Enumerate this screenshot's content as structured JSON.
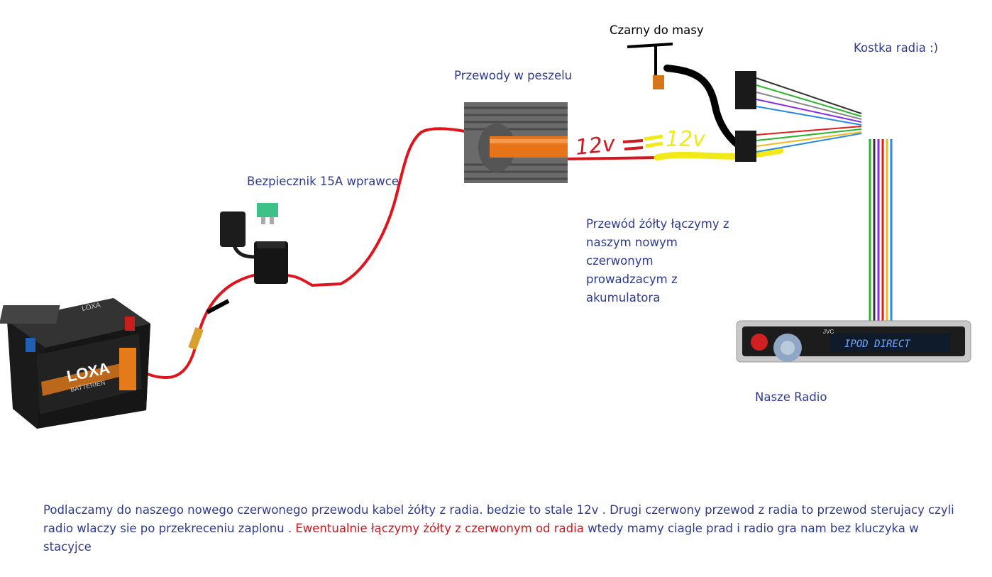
{
  "labels": {
    "ground": "Czarny do masy",
    "connector": "Kostka radia :)",
    "conduit": "Przewody w peszelu",
    "fuse": "Bezpiecznik 15A wprawce",
    "voltage": "12v == 12v",
    "yellow_wire_note": [
      "Przewód żółty łączymy z",
      "naszym nowym",
      "czerwonym",
      "prowadzacym z",
      "akumulatora"
    ],
    "radio": "Nasze Radio"
  },
  "images": {
    "battery_brand": "LOXA",
    "battery_sub": "BATTERIEN",
    "radio_display": "IPOD DIRECT",
    "radio_brand": "JVC"
  },
  "footer": {
    "part1": "Podlaczamy do naszego nowego czerwonego przewodu kabel żółty z radia. bedzie to stale 12v . Drugi czerwony przewod z radia to przewod sterujacy czyli radio wlaczy sie po przekreceniu zaplonu . ",
    "highlight": "Ewentualnie łączymy żółty z czerwonym od radia",
    "part2": " wtedy mamy ciagle prad i radio gra nam bez kluczyka w stacyjce"
  },
  "colors": {
    "label_text": "#2e3a8c",
    "wire_red": "#e0141c",
    "wire_yellow": "#f2ea18",
    "highlight_text": "#d0161c"
  }
}
